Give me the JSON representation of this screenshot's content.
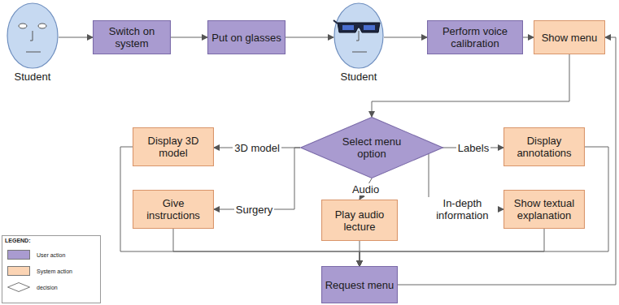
{
  "diagram": {
    "nodes": [
      {
        "text": [
          "Student"
        ]
      },
      {
        "text": [
          "Switch on system"
        ]
      },
      {
        "text": [
          "Put on glasses"
        ]
      },
      {
        "text": [
          "Student"
        ]
      },
      {
        "text": [
          "Perform voice calibration"
        ]
      },
      {
        "text": [
          "Show menu"
        ]
      },
      {
        "text": [
          "Display 3D model"
        ]
      },
      {
        "text": [
          "Select menu option"
        ]
      },
      {
        "text": [
          "Display annotations"
        ]
      },
      {
        "text": [
          "Give instructions"
        ]
      },
      {
        "text": [
          "Play audio lecture"
        ]
      },
      {
        "text": [
          "Show textual explanation"
        ]
      },
      {
        "text": [
          "Request menu"
        ]
      }
    ],
    "edges": [
      {
        "from": 0,
        "to": 1,
        "arrow": "to"
      },
      {
        "from": 1,
        "to": 2,
        "arrow": "to"
      },
      {
        "from": 2,
        "to": 3,
        "arrow": "to"
      },
      {
        "from": 3,
        "to": 4,
        "arrow": "to"
      },
      {
        "from": 4,
        "to": 5,
        "arrow": "to"
      },
      {
        "from": 5,
        "to": 7,
        "arrow": "to"
      },
      {
        "from": 7,
        "to": 6,
        "label": "3D model",
        "arrow": "to"
      },
      {
        "from": 7,
        "to": 9,
        "label": "Surgery",
        "arrow": "to"
      },
      {
        "from": 7,
        "to": 10,
        "label": "Audio",
        "arrow": "to"
      },
      {
        "from": 7,
        "to": 8,
        "label": "Labels",
        "arrow": "to"
      },
      {
        "from": 7,
        "to": 11,
        "label": "In-depth information",
        "arrow": "to"
      },
      {
        "from": 6,
        "to": 12,
        "arrow": "to"
      },
      {
        "from": 9,
        "to": 12,
        "arrow": "to"
      },
      {
        "from": 10,
        "to": 12,
        "arrow": "to"
      },
      {
        "from": 11,
        "to": 12,
        "arrow": "to"
      },
      {
        "from": 8,
        "to": 12,
        "arrow": "to"
      },
      {
        "from": 12,
        "to": 5,
        "arrow": "to"
      }
    ],
    "labels": [
      "LEGEND:"
    ],
    "legend": [
      {
        "text": "User action",
        "color": "#a99bd0"
      },
      {
        "text": "System action",
        "color": "#fbd4b4"
      },
      {
        "text": "decision"
      }
    ]
  }
}
